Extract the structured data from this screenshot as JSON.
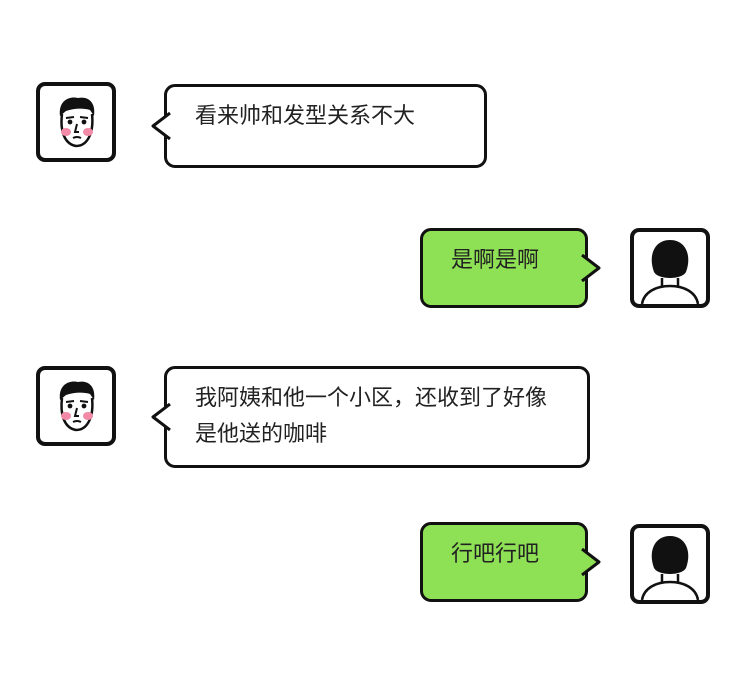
{
  "chat": {
    "messages": [
      {
        "side": "left",
        "text": "看来帅和发型关系不大"
      },
      {
        "side": "right",
        "text": "是啊是啊"
      },
      {
        "side": "left",
        "text": "我阿姨和他一个小区，还收到了好像是他送的咖啡"
      },
      {
        "side": "right",
        "text": "行吧行吧"
      }
    ]
  },
  "colors": {
    "outgoing_bubble": "#8ee055",
    "incoming_bubble": "#ffffff",
    "outline": "#111111",
    "blush": "#f28aa7"
  },
  "icons": {
    "friend_avatar": "face-front-avatar-icon",
    "self_avatar": "head-back-avatar-icon"
  }
}
